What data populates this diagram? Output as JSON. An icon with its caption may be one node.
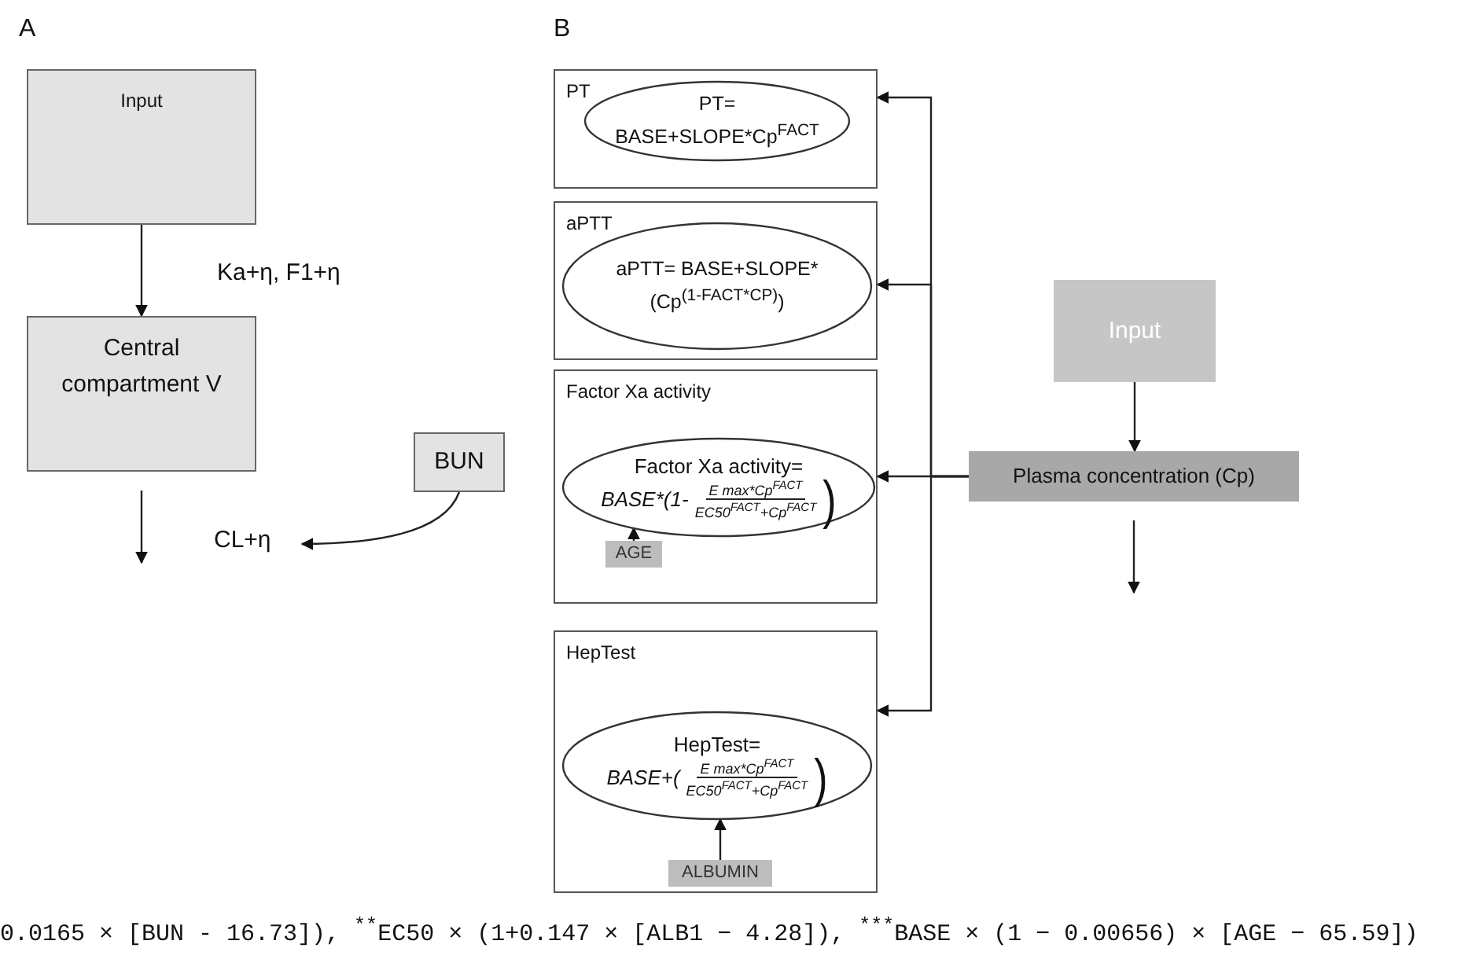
{
  "diagram": {
    "nodes": [
      {
        "text": [
          "Input"
        ]
      },
      {
        "text": [
          "Central compartment V"
        ]
      },
      {
        "text": [
          "BUN"
        ]
      },
      {
        "text": [
          "CL+η"
        ]
      },
      {
        "text": [
          "PT"
        ]
      },
      {
        "text": [
          "PT= BASE+SLOPE*Cp$^{FACT}$"
        ],
        "in": 4
      },
      {
        "text": [
          "aPTT"
        ]
      },
      {
        "text": [
          "aPTT= BASE+SLOPE*(Cp$^{(1-FACT*CP)}$)"
        ],
        "in": 6
      },
      {
        "text": [
          "Factor Xa activity"
        ]
      },
      {
        "text": [
          "Factor Xa activity=",
          "BASE*(1-",
          "E max*Cp$^{FACT}$",
          "EC50$^{FACT}$+Cp$^{FACT}$",
          ")"
        ],
        "in": 8
      },
      {
        "text": [
          "AGE"
        ],
        "in": 8
      },
      {
        "text": [
          "HepTest"
        ]
      },
      {
        "text": [
          "HepTest=",
          "BASE+(",
          "E max*Cp$^{FACT}$",
          "EC50$^{FACT}$+Cp$^{FACT}$",
          ")"
        ],
        "in": 11
      },
      {
        "text": [
          "ALBUMIN"
        ],
        "in": 11
      },
      {
        "text": [
          "Input"
        ]
      },
      {
        "text": [
          "Plasma concentration (Cp)"
        ]
      }
    ],
    "edges": [
      {
        "from": 0,
        "to": 1,
        "arrow": "to",
        "label": "Ka+η, F1+η"
      },
      {
        "from": 1,
        "to": null,
        "arrow": "to"
      },
      {
        "from": 2,
        "to": 3,
        "arrow": "to"
      },
      {
        "from": 10,
        "to": 9,
        "arrow": "to"
      },
      {
        "from": 13,
        "to": 12,
        "arrow": "to"
      },
      {
        "from": 14,
        "to": 15,
        "arrow": "to"
      },
      {
        "from": 15,
        "to": null,
        "arrow": "to"
      },
      {
        "from": 15,
        "to": 4,
        "arrow": "to"
      },
      {
        "from": 15,
        "to": 6,
        "arrow": "to"
      },
      {
        "from": 15,
        "to": 8,
        "arrow": "to"
      },
      {
        "from": 15,
        "to": 11,
        "arrow": "to"
      }
    ],
    "labels": [
      "A",
      "B",
      "0.0165 × [BUN - 16.73]), $^{**}$EC50 × (1+0.147 × [ALB1 − 4.28]), $^{***}$BASE × (1 − 0.00656) × [AGE − 65.59])"
    ]
  }
}
